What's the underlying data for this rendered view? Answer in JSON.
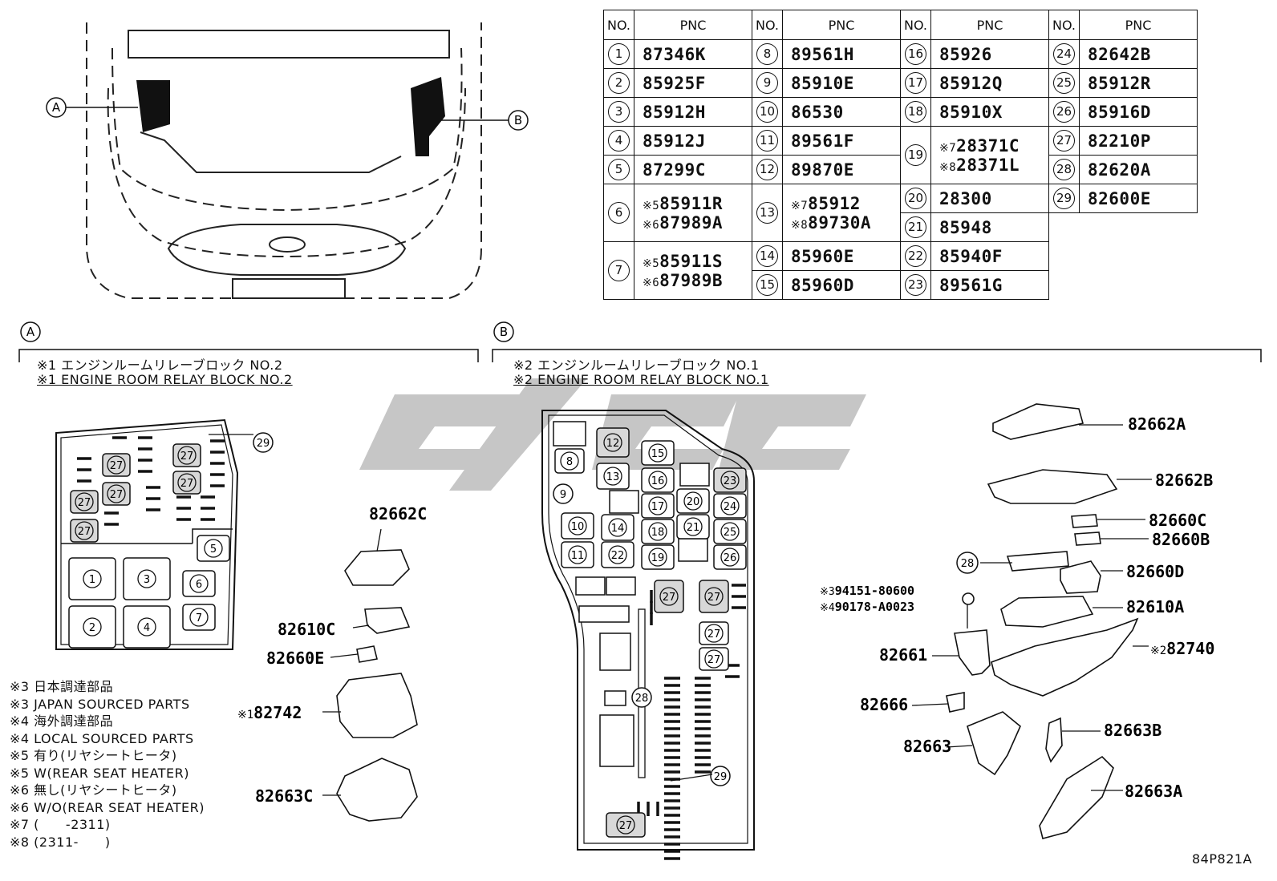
{
  "table": {
    "headers": {
      "no": "NO.",
      "pnc": "PNC"
    },
    "columns": [
      [
        {
          "no": "1",
          "pnc": [
            "87346K"
          ]
        },
        {
          "no": "2",
          "pnc": [
            "85925F"
          ]
        },
        {
          "no": "3",
          "pnc": [
            "85912H"
          ]
        },
        {
          "no": "4",
          "pnc": [
            "85912J"
          ]
        },
        {
          "no": "5",
          "pnc": [
            "87299C"
          ]
        },
        {
          "no": "6",
          "pnc": [
            "※585911R",
            "※687989A"
          ]
        },
        {
          "no": "7",
          "pnc": [
            "※585911S",
            "※687989B"
          ]
        }
      ],
      [
        {
          "no": "8",
          "pnc": [
            "89561H"
          ]
        },
        {
          "no": "9",
          "pnc": [
            "85910E"
          ]
        },
        {
          "no": "10",
          "pnc": [
            "86530"
          ]
        },
        {
          "no": "11",
          "pnc": [
            "89561F"
          ]
        },
        {
          "no": "12",
          "pnc": [
            "89870E"
          ]
        },
        {
          "no": "13",
          "pnc": [
            "※785912",
            "※889730A"
          ]
        },
        {
          "no": "14",
          "pnc": [
            "85960E"
          ]
        },
        {
          "no": "15",
          "pnc": [
            "85960D"
          ]
        }
      ],
      [
        {
          "no": "16",
          "pnc": [
            "85926"
          ]
        },
        {
          "no": "17",
          "pnc": [
            "85912Q"
          ]
        },
        {
          "no": "18",
          "pnc": [
            "85910X"
          ]
        },
        {
          "no": "19",
          "pnc": [
            "※728371C",
            "※828371L"
          ]
        },
        {
          "no": "20",
          "pnc": [
            "28300"
          ]
        },
        {
          "no": "21",
          "pnc": [
            "85948"
          ]
        },
        {
          "no": "22",
          "pnc": [
            "85940F"
          ]
        },
        {
          "no": "23",
          "pnc": [
            "89561G"
          ]
        }
      ],
      [
        {
          "no": "24",
          "pnc": [
            "82642B"
          ]
        },
        {
          "no": "25",
          "pnc": [
            "85912R"
          ]
        },
        {
          "no": "26",
          "pnc": [
            "85916D"
          ]
        },
        {
          "no": "27",
          "pnc": [
            "82210P"
          ]
        },
        {
          "no": "28",
          "pnc": [
            "82620A"
          ]
        },
        {
          "no": "29",
          "pnc": [
            "82600E"
          ]
        }
      ]
    ]
  },
  "view_labels": {
    "a": "A",
    "b": "B"
  },
  "section_a": {
    "title_jp": "※1 エンジンルームリレーブロック NO.2",
    "title_en": "※1 ENGINE ROOM RELAY BLOCK NO.2"
  },
  "section_b": {
    "title_jp": "※2 エンジンルームリレーブロック NO.1",
    "title_en": "※2 ENGINE ROOM RELAY BLOCK NO.1"
  },
  "notes": [
    "※3 日本調達部品",
    "※3 JAPAN SOURCED PARTS",
    "※4 海外調達部品",
    "※4 LOCAL SOURCED PARTS",
    "※5 有り(リヤシートヒータ)",
    "※5 W(REAR SEAT HEATER)",
    "※6 無し(リヤシートヒータ)",
    "※6 W/O(REAR SEAT HEATER)",
    "※7 (　　-2311)",
    "※8 (2311-　　)"
  ],
  "block_a_numbers": [
    "1",
    "2",
    "3",
    "4",
    "5",
    "6",
    "7",
    "27",
    "29"
  ],
  "block_b_numbers": [
    "8",
    "9",
    "10",
    "11",
    "12",
    "13",
    "14",
    "15",
    "16",
    "17",
    "18",
    "19",
    "20",
    "21",
    "22",
    "23",
    "24",
    "25",
    "26",
    "27",
    "28",
    "29"
  ],
  "parts_a": [
    "82662C",
    "82610C",
    "82660E",
    "※182742",
    "82663C"
  ],
  "parts_b": [
    "82662A",
    "82662B",
    "82660C",
    "82660B",
    "28",
    "82660D",
    "※394151-80600",
    "※490178-A0023",
    "82610A",
    "82661",
    "※282740",
    "82666",
    "82663B",
    "82663",
    "82663A"
  ],
  "watermark": "84P821A"
}
